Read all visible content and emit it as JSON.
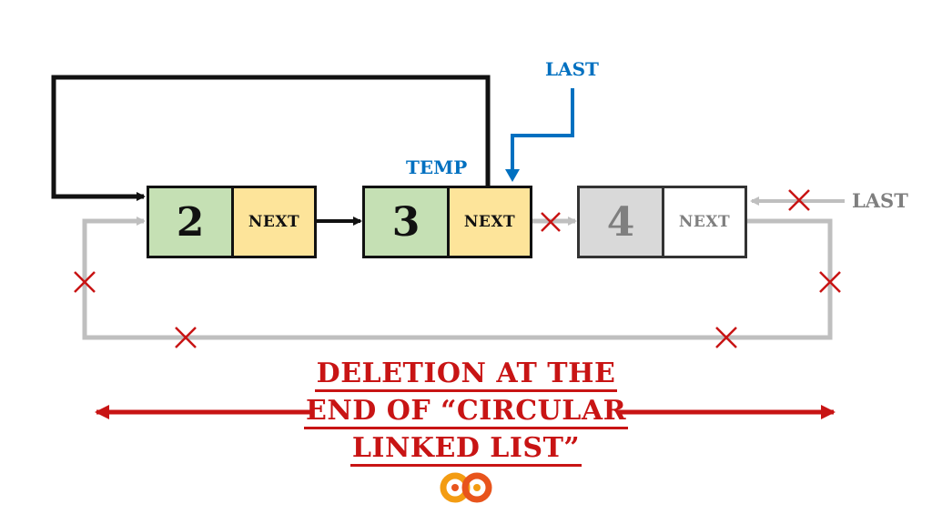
{
  "nodes": [
    {
      "value": "2",
      "next": "NEXT",
      "data_color": "#c5e0b4",
      "next_color": "#fde49a"
    },
    {
      "value": "3",
      "next": "NEXT",
      "data_color": "#c5e0b4",
      "next_color": "#fde49a"
    },
    {
      "value": "4",
      "next": "NEXT",
      "data_color": "#d9d9d9",
      "next_color": "#ffffff"
    }
  ],
  "labels": {
    "last_new": "LAST",
    "temp": "TEMP",
    "last_old": "LAST"
  },
  "title": {
    "line1": "DELETION AT THE",
    "line2": "END OF “CIRCULAR",
    "line3": "LINKED LIST”"
  },
  "colors": {
    "accent_red": "#c81414",
    "pointer_blue": "#0070c0",
    "removed_gray": "#bfbfbf",
    "label_gray": "#7f7f7f"
  },
  "icons": [
    "cross-mark-icon",
    "infinity-logo-icon"
  ]
}
